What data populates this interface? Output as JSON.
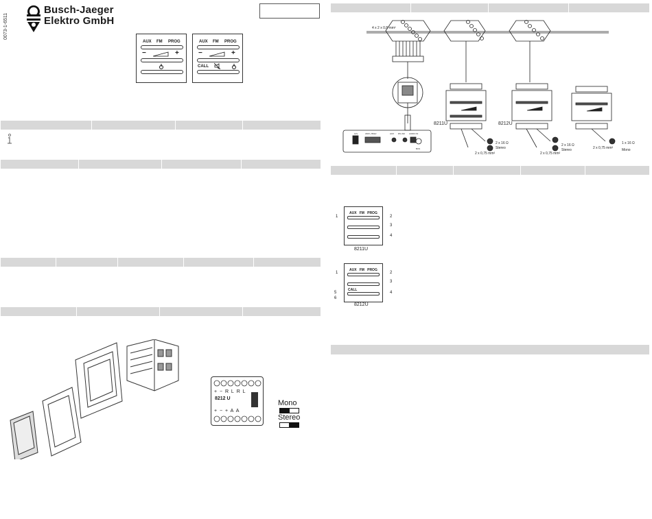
{
  "document": {
    "number": "0073-1-6511",
    "brand_line1": "Busch-Jaeger",
    "brand_line2": "Elektro GmbH"
  },
  "device_8211": {
    "aux": "AUX",
    "fm": "FM",
    "prog": "PROG",
    "minus": "−",
    "plus": "+"
  },
  "device_8212": {
    "aux": "AUX",
    "fm": "FM",
    "prog": "PROG",
    "minus": "−",
    "plus": "+",
    "call": "CALL"
  },
  "wiring": {
    "cable_label": "4 x 2 x 0,8 mm²",
    "unit1_name": "8211U",
    "unit2_name": "8212U",
    "spk1": "2 x 16 Ω",
    "spk1_mode": "Stereo",
    "spk2": "2 x 16 Ω",
    "spk2_mode": "Stereo",
    "spk3": "1 x 16 Ω",
    "spk3_mode": "Mono",
    "wire1": "2 x 0,75 mm²",
    "wire2": "2 x 0,75 mm²",
    "wire3": "2 x 0,75 mm²",
    "central_labels": [
      "12V",
      "AUX",
      "230V~/50Hz",
      "RS 232",
      "BUS",
      "AUDIO IN"
    ]
  },
  "legend": {
    "unit1_name": "8211U",
    "unit2_name": "8212U",
    "callouts_1": [
      "1",
      "2",
      "3",
      "4"
    ],
    "callouts_2": [
      "1",
      "2",
      "3",
      "4",
      "5",
      "6"
    ]
  },
  "label_sticker": {
    "model": "8212 U",
    "terminals_top": [
      "+",
      "−",
      "R",
      "L",
      "R",
      "L"
    ],
    "terminals_bottom": [
      "+",
      "−",
      "+",
      "A",
      "A"
    ],
    "mono": "Mono",
    "stereo": "Stereo"
  }
}
